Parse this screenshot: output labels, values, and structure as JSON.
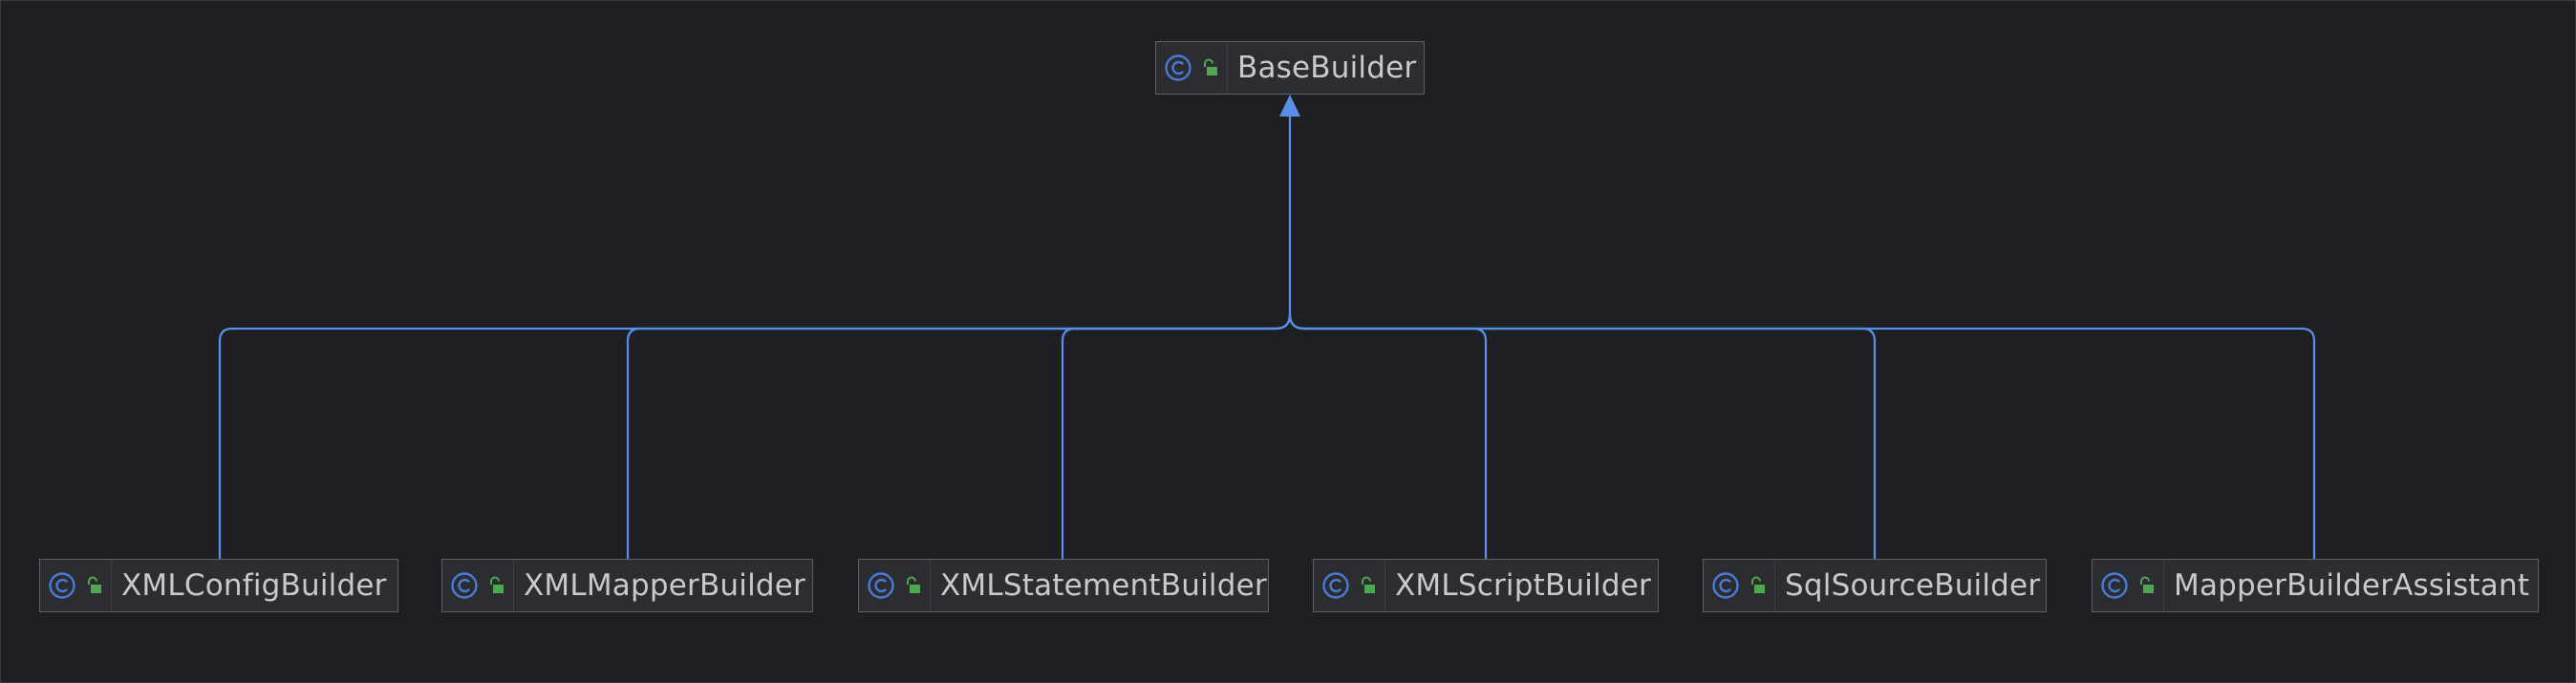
{
  "diagram": {
    "edge_color": "#5a8fe8",
    "class_icon_color": "#4a7ad6",
    "access_icon_color": "#4fa84f",
    "parent": {
      "id": "base",
      "label": "BaseBuilder",
      "icon": "class-icon",
      "access_icon": "public-unlock-icon"
    },
    "children": [
      {
        "id": "config",
        "label": "XMLConfigBuilder"
      },
      {
        "id": "mapper",
        "label": "XMLMapperBuilder"
      },
      {
        "id": "statement",
        "label": "XMLStatementBuilder"
      },
      {
        "id": "script",
        "label": "XMLScriptBuilder"
      },
      {
        "id": "sqlsource",
        "label": "SqlSourceBuilder"
      },
      {
        "id": "assistant",
        "label": "MapperBuilderAssistant"
      }
    ],
    "relation": "extends"
  }
}
